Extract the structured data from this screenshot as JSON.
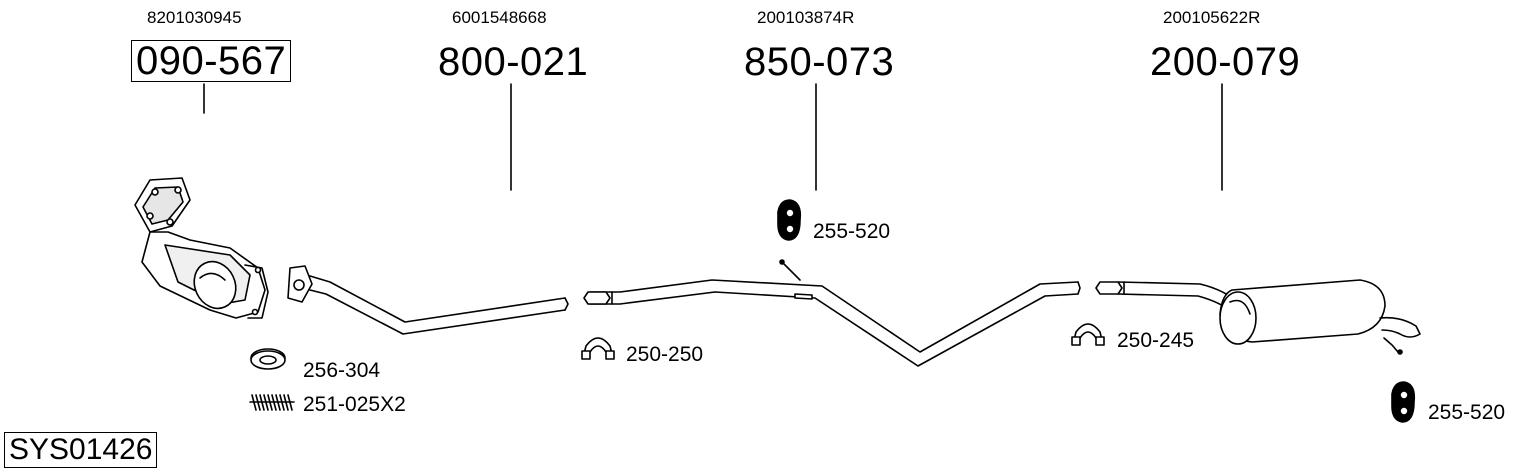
{
  "parts": [
    {
      "oem": "8201030945",
      "number": "090-567",
      "boxed": true
    },
    {
      "oem": "6001548668",
      "number": "800-021",
      "boxed": false
    },
    {
      "oem": "200103874R",
      "number": "850-073",
      "boxed": false
    },
    {
      "oem": "200105622R",
      "number": "200-079",
      "boxed": false
    }
  ],
  "accessories": {
    "gasket": "256-304",
    "springs": "251-025X2",
    "clamp_front": "250-250",
    "hanger_mid": "255-520",
    "clamp_rear": "250-245",
    "hanger_rear": "255-520"
  },
  "system_id": "SYS01426"
}
